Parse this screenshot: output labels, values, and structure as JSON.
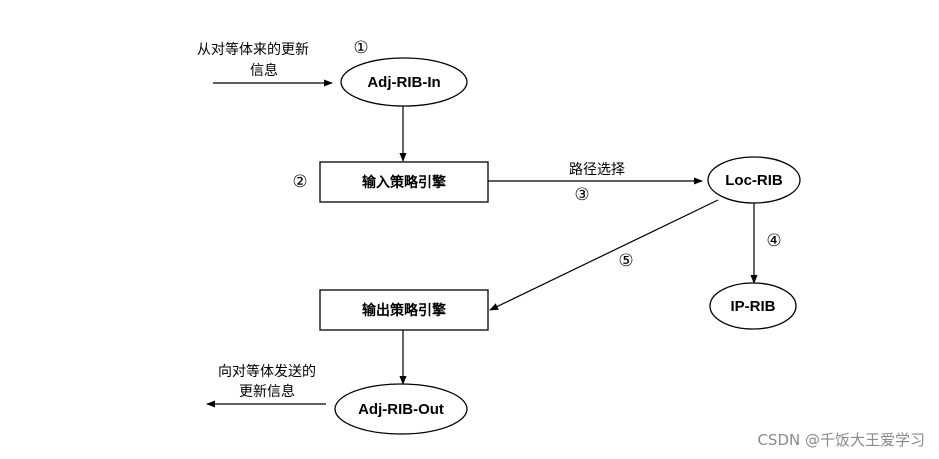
{
  "nodes": {
    "adj_rib_in": "Adj-RIB-In",
    "input_policy": "输入策略引擎",
    "loc_rib": "Loc-RIB",
    "ip_rib": "IP-RIB",
    "output_policy": "输出策略引擎",
    "adj_rib_out": "Adj-RIB-Out"
  },
  "labels": {
    "incoming_line1": "从对等体来的更新",
    "incoming_line2": "信息",
    "path_selection": "路径选择",
    "outgoing_line1": "向对等体发送的",
    "outgoing_line2": "更新信息"
  },
  "steps": {
    "s1": "①",
    "s2": "②",
    "s3": "③",
    "s4": "④",
    "s5": "⑤"
  },
  "watermark": "CSDN @千饭大王爱学习"
}
